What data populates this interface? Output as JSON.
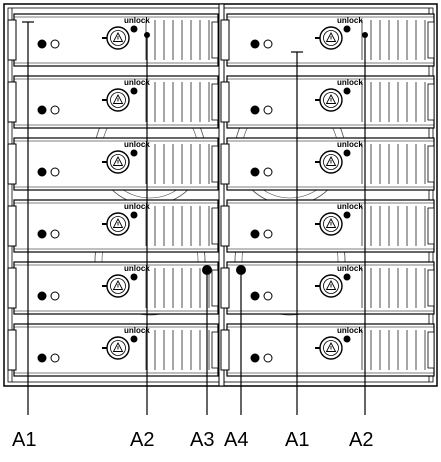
{
  "diagram": {
    "tray_label": "unlock",
    "rows": 6,
    "columns": 2,
    "callouts": [
      {
        "id": "c1",
        "text": "A1"
      },
      {
        "id": "c2",
        "text": "A2"
      },
      {
        "id": "c3",
        "text": "A3"
      },
      {
        "id": "c4",
        "text": "A4"
      },
      {
        "id": "c5",
        "text": "A1"
      },
      {
        "id": "c6",
        "text": "A2"
      }
    ],
    "colors": {
      "line": "#000000",
      "fill": "#ffffff",
      "detail": "#444444"
    },
    "icons": {
      "lock": "warning-triangle-in-circle",
      "led_on": "filled-dot",
      "led_off": "ring-dot"
    }
  }
}
